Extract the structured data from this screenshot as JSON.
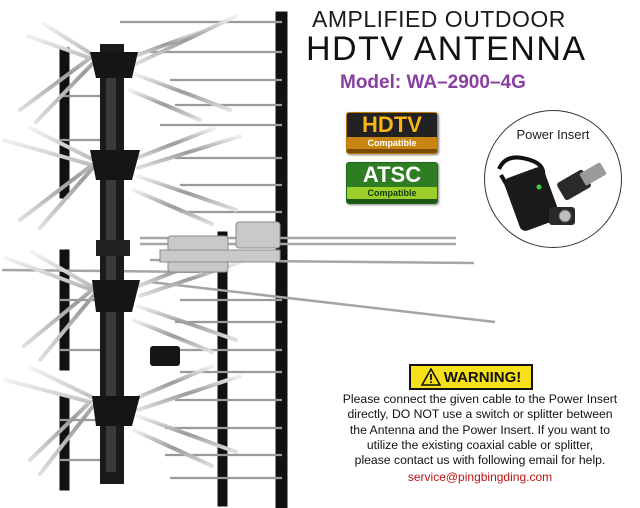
{
  "product": {
    "title_line1": "AMPLIFIED OUTDOOR",
    "title_line2": "HDTV ANTENNA",
    "model": "Model: WA–2900–4G"
  },
  "badges": {
    "hdtv": {
      "main": "HDTV",
      "sub": "Compatible",
      "color": "#f7b518"
    },
    "atsc": {
      "main": "ATSC",
      "sub": "Compatible",
      "color": "#2e7d22"
    }
  },
  "power_insert": {
    "label": "Power Insert"
  },
  "warning": {
    "label": "WARNING!",
    "color": "#f6e01a",
    "lines": [
      "Please connect the given cable to the Power Insert",
      "directly, DO NOT use a switch or splitter between",
      "the Antenna and the Power Insert. If you want to",
      "utilize the existing coaxial cable or splitter,",
      "please contact us with following email for help."
    ],
    "email": "service@pingbingding.com",
    "email_color": "#c01212"
  }
}
